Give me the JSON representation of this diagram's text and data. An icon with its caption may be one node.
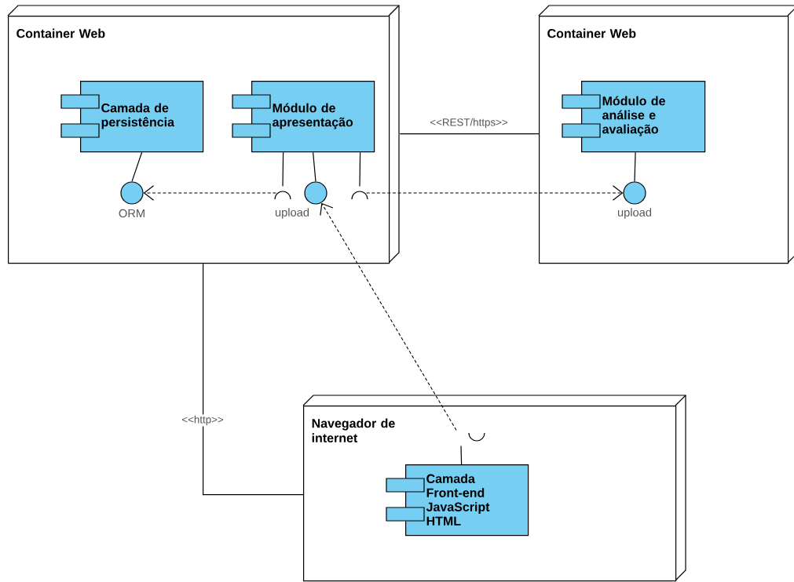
{
  "diagram": {
    "nodes": [
      {
        "text": [
          "Container Web"
        ]
      },
      {
        "text": [
          "Camada de persistência"
        ],
        "in": 0
      },
      {
        "text": [
          "Módulo de apresentação"
        ],
        "in": 0
      },
      {
        "text": [
          "Container Web"
        ]
      },
      {
        "text": [
          "Módulo de análise e avaliação"
        ],
        "in": 3
      },
      {
        "text": [
          "Navegador de internet"
        ]
      },
      {
        "text": [
          "Camada Front-end JavaScript HTML"
        ],
        "in": 5
      },
      {
        "text": [],
        "shape": "circle",
        "beside": [
          "ORM"
        ],
        "in": 0
      },
      {
        "text": [],
        "shape": "circle",
        "beside": [
          "upload"
        ],
        "in": 0
      },
      {
        "text": [],
        "shape": "circle",
        "beside": [
          "upload"
        ],
        "in": 3
      },
      {
        "text": [],
        "shape": "socket",
        "in": 0
      },
      {
        "text": [],
        "shape": "socket",
        "in": 0
      },
      {
        "text": [],
        "shape": "socket",
        "in": 5
      }
    ],
    "edges": [
      {
        "from": 1,
        "to": 7,
        "arrow": "none"
      },
      {
        "from": 2,
        "to": 8,
        "arrow": "none"
      },
      {
        "from": 2,
        "to": 10,
        "arrow": "none"
      },
      {
        "from": 2,
        "to": 11,
        "arrow": "none"
      },
      {
        "from": 4,
        "to": 9,
        "arrow": "none"
      },
      {
        "from": 6,
        "to": 12,
        "arrow": "none"
      },
      {
        "from": 10,
        "to": 7,
        "arrow": "to",
        "style": "dashed"
      },
      {
        "from": 11,
        "to": 9,
        "arrow": "to",
        "style": "dashed"
      },
      {
        "from": 12,
        "to": 8,
        "arrow": "to",
        "style": "dashed"
      },
      {
        "from": 0,
        "to": 3,
        "arrow": "none",
        "label": "<<REST/https>>"
      },
      {
        "from": 0,
        "to": 5,
        "arrow": "none",
        "label": "<<http>>"
      }
    ]
  }
}
